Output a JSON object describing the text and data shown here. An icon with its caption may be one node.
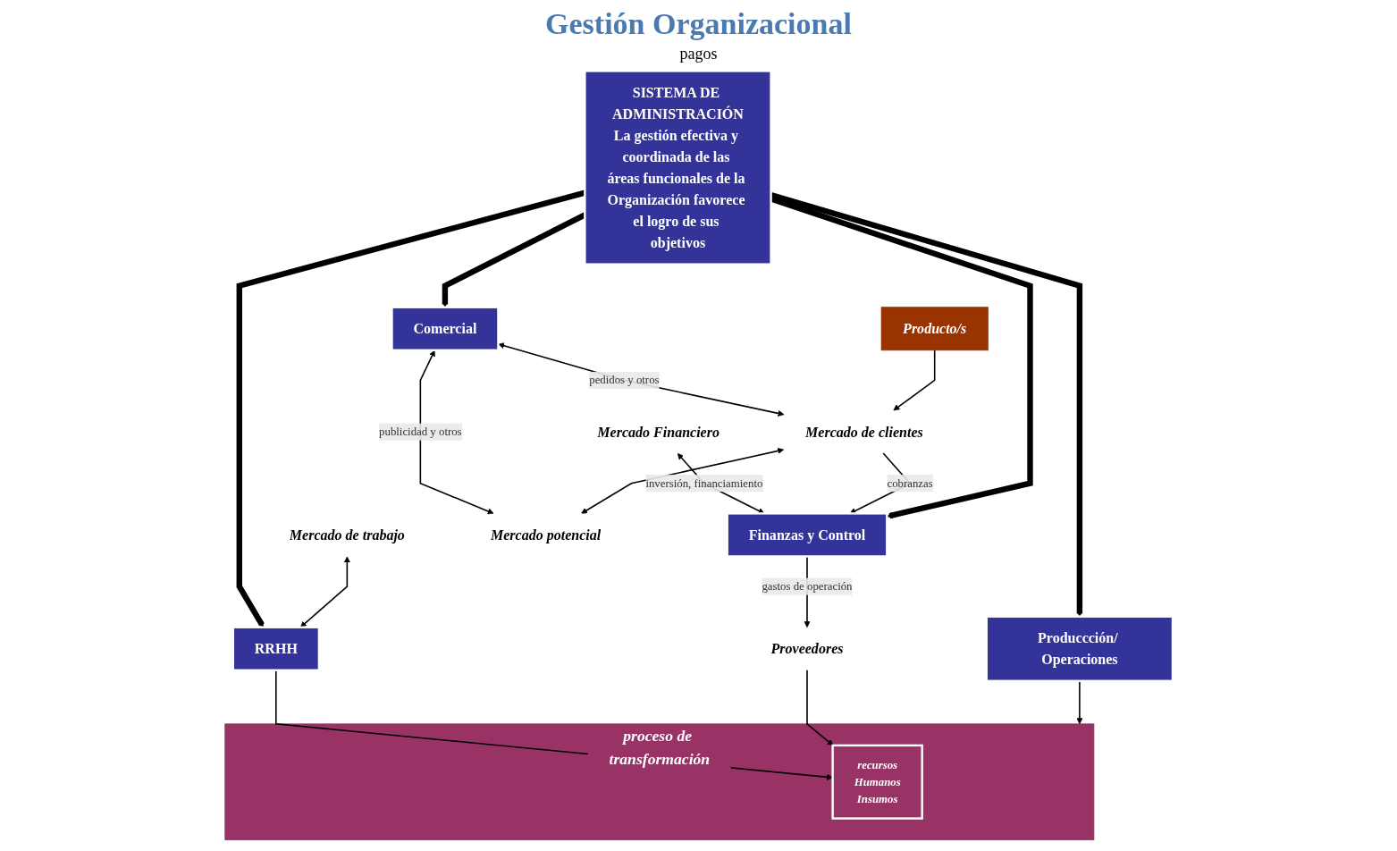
{
  "diagram": {
    "title": "Gestión Organizacional",
    "nodes": [
      {
        "text": [
          "Mercado Financiero"
        ]
      },
      {
        "text": [
          "Finanzas y Control"
        ]
      },
      {
        "text": [
          "Mercado de trabajo"
        ]
      },
      {
        "text": [
          "RRHH"
        ]
      },
      {
        "text": [
          "SISTEMA DE ADMINISTRACIÓN",
          "La gestión efectiva y coordinada de las áreas funcionales de la Organización favorece el logro de sus objetivos"
        ]
      },
      {
        "text": [
          "Comercial"
        ]
      },
      {
        "text": [
          "Mercado de clientes"
        ]
      },
      {
        "text": [
          "Mercado potencial"
        ]
      },
      {
        "text": [
          "Produccción/ Operaciones"
        ]
      },
      {
        "text": [
          "Proveedores"
        ]
      },
      {
        "text": [
          "proceso de transformación"
        ]
      },
      {
        "text": [
          "recursos",
          "Humanos",
          "Insumos"
        ],
        "in": 10
      },
      {
        "text": [
          "Producto/s"
        ]
      }
    ],
    "edges": [
      {
        "from": 0,
        "to": 1,
        "arrow": "both",
        "label": "inversión, financiamiento"
      },
      {
        "from": 1,
        "to": 9,
        "arrow": "to",
        "label": "gastos de operación"
      },
      {
        "from": 6,
        "to": 1,
        "arrow": "to",
        "label": "cobranzas"
      },
      {
        "from": 4,
        "to": 1,
        "arrow": "to",
        "style": "thick"
      },
      {
        "from": 4,
        "to": 3,
        "arrow": "to",
        "style": "thick"
      },
      {
        "from": 4,
        "to": 5,
        "arrow": "to",
        "style": "thick"
      },
      {
        "from": 4,
        "to": 8,
        "arrow": "to",
        "style": "thick"
      },
      {
        "from": 2,
        "to": 3,
        "arrow": "both"
      },
      {
        "from": 5,
        "to": 6,
        "arrow": "both",
        "label": "pedidos y otros"
      },
      {
        "from": 5,
        "to": 7,
        "arrow": "both",
        "label": "publicidad y otros"
      },
      {
        "from": 6,
        "to": 7,
        "arrow": "both"
      },
      {
        "from": 3,
        "to": 11,
        "arrow": "to"
      },
      {
        "from": 8,
        "to": 10,
        "arrow": "to"
      },
      {
        "from": 9,
        "to": 11,
        "arrow": "to"
      },
      {
        "from": 12,
        "to": 6,
        "arrow": "to"
      }
    ],
    "labels": [
      "pagos"
    ]
  }
}
